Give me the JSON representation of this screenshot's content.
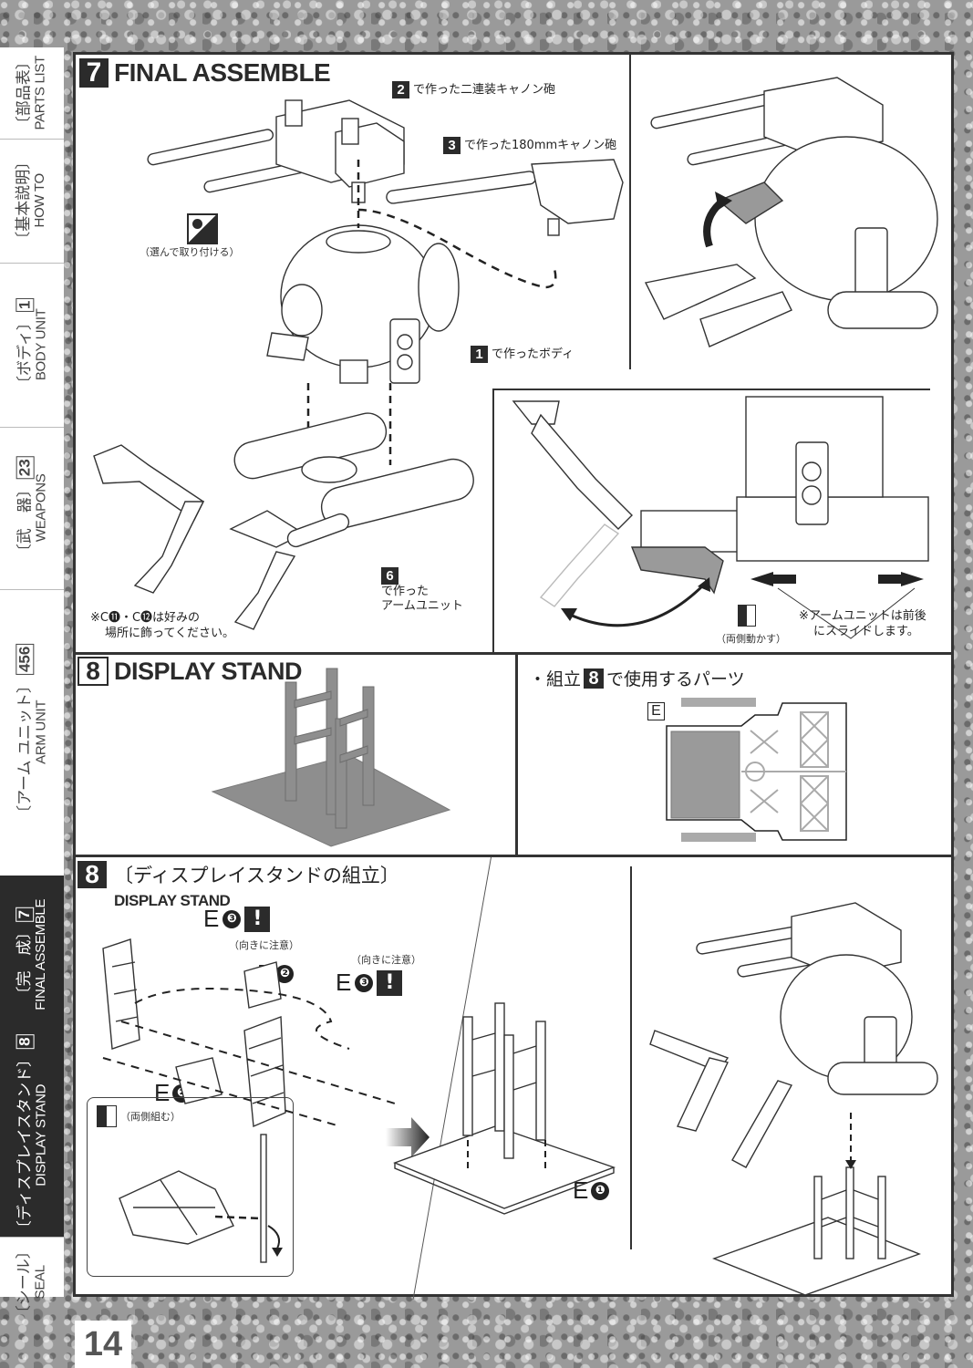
{
  "sidebar": {
    "tabs": [
      {
        "jp": "〔部品表〕",
        "en": "PARTS LIST",
        "num": "",
        "active": false
      },
      {
        "jp": "〔基本説明〕",
        "en": "HOW TO",
        "num": "",
        "active": false
      },
      {
        "jp": "〔ボディ〕",
        "en": "BODY UNIT",
        "num": "1",
        "active": false
      },
      {
        "jp": "〔武　器〕",
        "en": "WEAPONS",
        "num": "23",
        "active": false
      },
      {
        "jp": "〔アーム ユニット〕",
        "en": "ARM UNIT",
        "num": "456",
        "active": false
      },
      {
        "jp": "〔完　成〕",
        "en": "FINAL ASSEMBLE",
        "num": "7",
        "active": true
      },
      {
        "jp": "〔ディスプレイスタンド〕",
        "en": "DISPLAY STAND",
        "num": "8",
        "active": true
      },
      {
        "jp": "〔シール〕",
        "en": "SEAL",
        "num": "",
        "active": false
      }
    ]
  },
  "page_number": "14",
  "step7": {
    "num": "7",
    "title": "FINAL ASSEMBLE",
    "callouts": {
      "twin_cannon": {
        "ref": "2",
        "text": "で作った二連装キャノン砲"
      },
      "cannon_180": {
        "ref": "3",
        "text": "で作った180mmキャノン砲"
      },
      "choose_note": "（選んで取り付ける）",
      "body": {
        "ref": "1",
        "text": "で作ったボディ"
      },
      "arm_unit": {
        "ref": "6",
        "line1": "で作った",
        "line2": "アームユニット"
      },
      "decor_note_line1": "※C⓫・C⓬は好みの",
      "decor_note_line2": "場所に飾ってください。",
      "move_both": "（両側動かす）",
      "slide_note_line1": "※アームユニットは前後",
      "slide_note_line2": "にスライドします。"
    }
  },
  "step8_preview": {
    "num": "8",
    "title": "DISPLAY STAND"
  },
  "parts_used": {
    "heading_prefix": "・組立",
    "heading_num": "8",
    "heading_suffix": "で使用するパーツ",
    "runner_label": "E"
  },
  "step8": {
    "num": "8",
    "title_jp": "〔ディスプレイスタンドの組立〕",
    "title_en": "DISPLAY STAND",
    "parts": [
      {
        "id": "e3-top",
        "letter": "E",
        "num": "❸",
        "warning": "!",
        "note": "（向きに注意）"
      },
      {
        "id": "e2-top",
        "letter": "E",
        "num": "❷"
      },
      {
        "id": "e3-right",
        "letter": "E",
        "num": "❸",
        "warning": "!",
        "note": "（向きに注意）"
      },
      {
        "id": "e2-bottom",
        "letter": "E",
        "num": "❷"
      },
      {
        "id": "e1",
        "letter": "E",
        "num": "❶"
      }
    ],
    "detail_note": "（両側組む）"
  }
}
